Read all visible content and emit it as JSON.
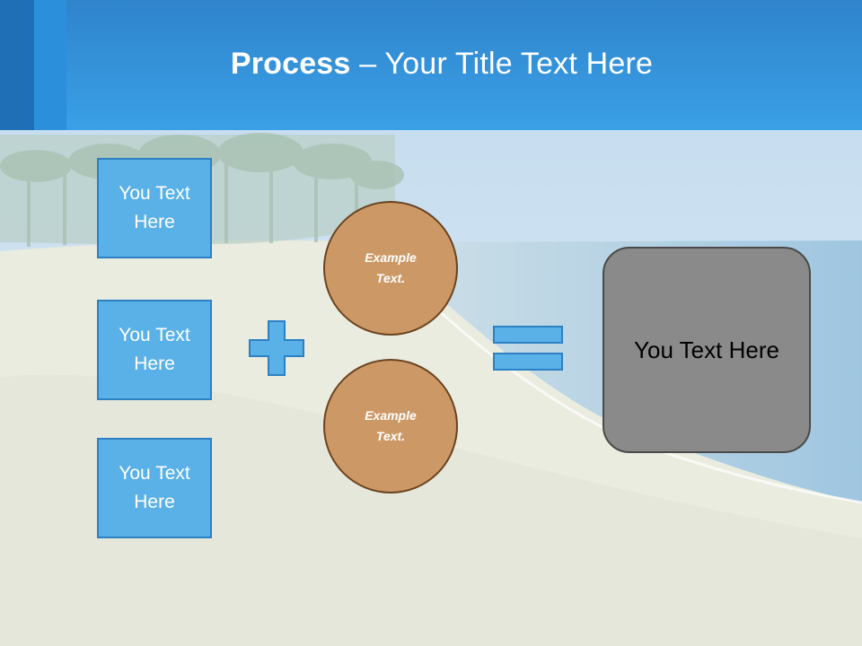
{
  "title": {
    "bold": "Process",
    "separator": "–",
    "rest": "Your Title Text Here"
  },
  "inputs": [
    {
      "label": "You Text Here"
    },
    {
      "label": "You Text Here"
    },
    {
      "label": "You Text Here"
    }
  ],
  "operators": {
    "plus": "plus-icon",
    "equals": "equals-icon"
  },
  "circles": [
    {
      "label": "Example Text."
    },
    {
      "label": "Example Text."
    }
  ],
  "result": {
    "label": "You Text Here"
  },
  "colors": {
    "header": "#3aa0e6",
    "box_fill": "#5ab1e8",
    "box_border": "#2d80c2",
    "circle_fill": "#cc9966",
    "circle_border": "#6b4320",
    "result_fill": "#8a8a8a"
  }
}
